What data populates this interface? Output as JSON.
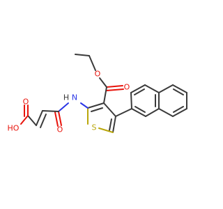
{
  "molecule": {
    "atoms": {
      "ester_o_ether": "O",
      "ester_o_carbonyl": "O",
      "amide_h": "H",
      "amide_n": "N",
      "amide_o": "O",
      "thiophene_s": "S",
      "acid_o_carbonyl": "O",
      "acid_ho": "HO"
    },
    "colors": {
      "bond": "#3a3a3a",
      "oxygen": "#e8140c",
      "nitrogen": "#2a36e6",
      "sulfur": "#b9a60a"
    }
  }
}
